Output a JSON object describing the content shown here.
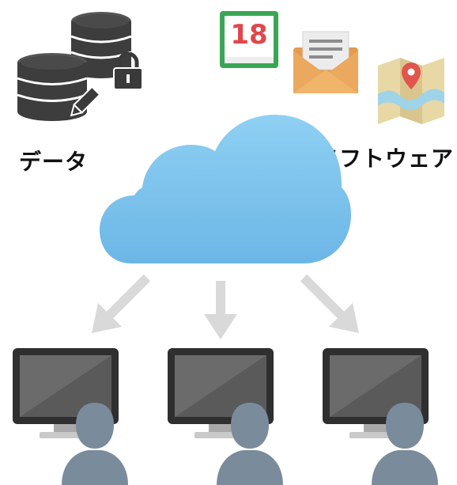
{
  "labels": {
    "data": "データ",
    "software": "ソフトウェア"
  },
  "calendar": {
    "day": "18"
  },
  "icons": {
    "database": "database-stack-with-lock-and-pencil",
    "calendar": "calendar-icon",
    "mail": "envelope-letter-icon",
    "map": "map-pin-icon",
    "cloud": "cloud-icon",
    "arrows": "down-arrow-icon",
    "clients": "monitor-user-icon"
  },
  "colors": {
    "cloud": "#7ec3ec",
    "arrow": "#d9d9d9",
    "monitor_frame": "#2f2f2f",
    "user": "#7a8b9c",
    "database": "#3a3a3a",
    "calendar_green": "#3aa655",
    "calendar_red": "#e0474c",
    "envelope": "#e7a35a",
    "map": "#e9d9a8"
  }
}
